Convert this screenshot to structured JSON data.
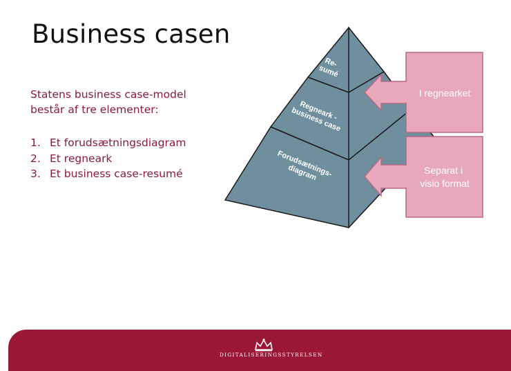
{
  "slide": {
    "title": "Business casen",
    "intro_line1": "Statens business case-model",
    "intro_line2": "består af tre elementer:",
    "items": [
      {
        "number": "1.",
        "text": "Et forudsætningsdiagram"
      },
      {
        "number": "2.",
        "text": "Et regneark"
      },
      {
        "number": "3.",
        "text": "Et business case-resumé"
      }
    ]
  },
  "pyramid": {
    "layers": [
      {
        "lines": [
          "Re-",
          "sumé"
        ]
      },
      {
        "lines": [
          "Regneark -",
          "business case"
        ]
      },
      {
        "lines": [
          "Forudsætnings-",
          "diagram"
        ]
      }
    ],
    "colors": {
      "face": "#6f8f9e",
      "side": "#5f7c8a",
      "outline": "#1a1a1a",
      "text": "#ffffff"
    }
  },
  "callouts": [
    {
      "lines": [
        "I regnearket"
      ]
    },
    {
      "lines": [
        "Separat i",
        "visio format"
      ]
    }
  ],
  "callout_colors": {
    "fill": "#e8a7bb",
    "stroke": "#b56a84",
    "text": "#ffffff"
  },
  "footer": {
    "organization": "DIGITALISERINGSSTYRELSEN",
    "logo_icon": "crown-icon",
    "background": "#9a1735"
  }
}
